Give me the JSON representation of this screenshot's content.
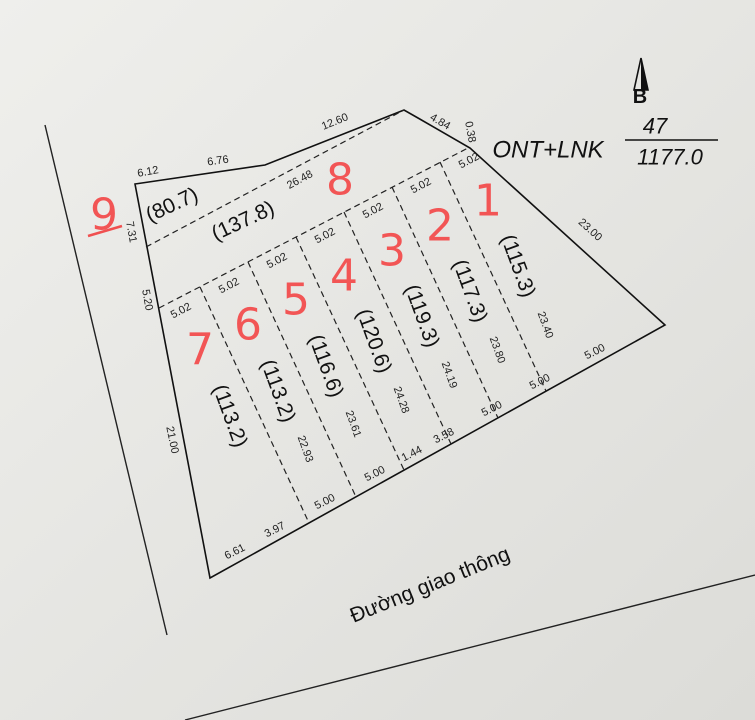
{
  "land_use": {
    "code": "ONT+LNK",
    "parcel_number": "47",
    "total_area": "1177.0"
  },
  "north_arrow": {
    "label": "B"
  },
  "road_label": "Đường giao thông",
  "lot_areas": [
    "(80.7)",
    "(137.8)",
    "(115.3)",
    "(117.3)",
    "(119.3)",
    "(120.6)",
    "(116.6)",
    "(113.2)",
    "(113.2)"
  ],
  "dimensions": {
    "top": [
      "6.12",
      "6.76",
      "12.60",
      "4.84",
      "0.38"
    ],
    "left": [
      "7.31",
      "5.20",
      "21.00"
    ],
    "right": [
      "23.00"
    ],
    "road": [
      "6.61",
      "3.97",
      "5.00",
      "5.00",
      "1.44",
      "3.58",
      "5.00",
      "5.00",
      "5.00"
    ],
    "internal": [
      "26.48",
      "5.02",
      "5.02",
      "5.02",
      "5.02",
      "5.02",
      "5.02",
      "5.02",
      "23.40",
      "23.80",
      "24.19",
      "24.28",
      "23.61",
      "22.93"
    ]
  },
  "handwritten_lot_numbers": [
    "9",
    "8",
    "7",
    "6",
    "5",
    "4",
    "3",
    "2",
    "1"
  ],
  "colors": {
    "paper": "#e9e9e6",
    "ink": "#111111",
    "handwriting": "#f05050"
  }
}
